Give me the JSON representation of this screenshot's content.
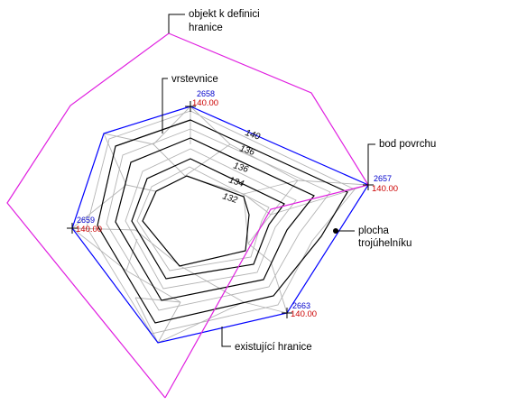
{
  "labels": {
    "defining_boundary_line1": "objekt k definici",
    "defining_boundary_line2": "hranice",
    "contours": "vrstevnice",
    "surface_point": "bod povrchu",
    "triangle_area_line1": "plocha",
    "triangle_area_line2": "trojúhelníku",
    "existing_boundary": "existující hranice"
  },
  "contour_labels": [
    "140",
    "136",
    "136",
    "134",
    "132"
  ],
  "points": [
    {
      "number": "2658",
      "elevation": "140.00"
    },
    {
      "number": "2657",
      "elevation": "140.00"
    },
    {
      "number": "2659",
      "elevation": "140.00"
    },
    {
      "number": "2663",
      "elevation": "140.00"
    }
  ],
  "colors": {
    "boundary_object": "#e020e0",
    "existing_boundary": "#0000ff",
    "contour_major": "#000000",
    "triangle_edges": "#b4b4b4",
    "point_number": "#0000cc",
    "point_elevation": "#cc0000"
  }
}
